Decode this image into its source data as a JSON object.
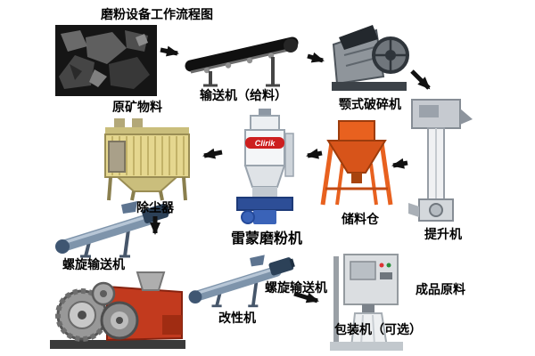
{
  "title": "磨粉设备工作流程图",
  "nodes": {
    "ore": {
      "label": "原矿物料"
    },
    "feeder_conveyor": {
      "label": "输送机（给料）"
    },
    "jaw_crusher": {
      "label": "颚式破碎机"
    },
    "bucket_elevator": {
      "label": "提升机"
    },
    "storage_silo": {
      "label": "储料仓"
    },
    "raymond_mill": {
      "label": "雷蒙磨粉机",
      "brand": "Clirik"
    },
    "dust_collector": {
      "label": "除尘器"
    },
    "screw_conveyor_1": {
      "label": "螺旋输送机"
    },
    "modifier": {
      "label": "改性机"
    },
    "screw_conveyor_2": {
      "label": "螺旋输送机"
    },
    "packing_machine": {
      "label": "包装机（可选）"
    },
    "finished_product": {
      "label": "成品原料"
    }
  },
  "colors": {
    "background": "#ffffff",
    "label_text": "#000000",
    "arrow_black": "#111111",
    "silo_orange": "#e8611f",
    "mill_brand_red": "#cd1f1f",
    "mill_base_blue": "#2d4e97",
    "dust_collector_yellow": "#e5d78f",
    "modifier_red": "#c23a1e",
    "screw_conveyor_blue": "#7e94ab"
  }
}
